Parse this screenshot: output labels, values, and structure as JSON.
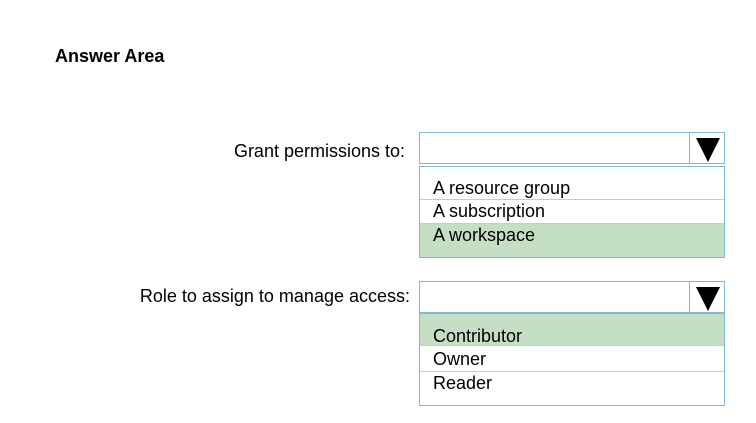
{
  "heading": "Answer Area",
  "questions": [
    {
      "label": "Grant permissions to:",
      "selected_value": "",
      "options": [
        "A resource group",
        "A subscription",
        "A workspace"
      ],
      "highlighted_option": "A workspace"
    },
    {
      "label": "Role to assign to manage access:",
      "selected_value": "",
      "options": [
        "Contributor",
        "Owner",
        "Reader"
      ],
      "highlighted_option": "Contributor"
    }
  ],
  "icons": {
    "dropdown_arrow": "triangle-down-icon"
  },
  "colors": {
    "highlight": "#c5dfc5",
    "border": "#7fb7d6",
    "divider": "#b9cfe0"
  }
}
